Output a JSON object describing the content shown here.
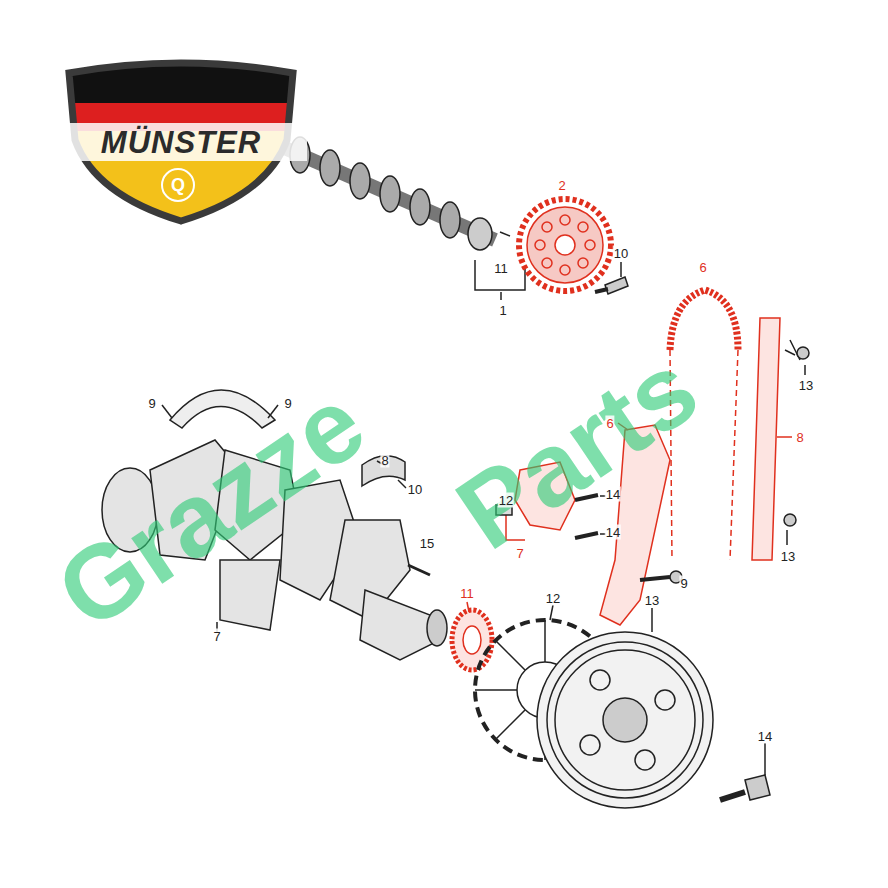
{
  "diagram": {
    "nodes": [
      {
        "text": [
          "MÜNSTER"
        ]
      },
      {
        "text": [
          "Q"
        ],
        "in": 0
      }
    ],
    "labels": [
      "2",
      "10",
      "11",
      "1",
      "6",
      "13",
      "9",
      "9",
      "6",
      "8",
      "8",
      "10",
      "14",
      "12",
      "14",
      "7",
      "15",
      "13",
      "9",
      "11",
      "12",
      "13",
      "7",
      "14",
      "Grazze",
      "Parts"
    ]
  }
}
